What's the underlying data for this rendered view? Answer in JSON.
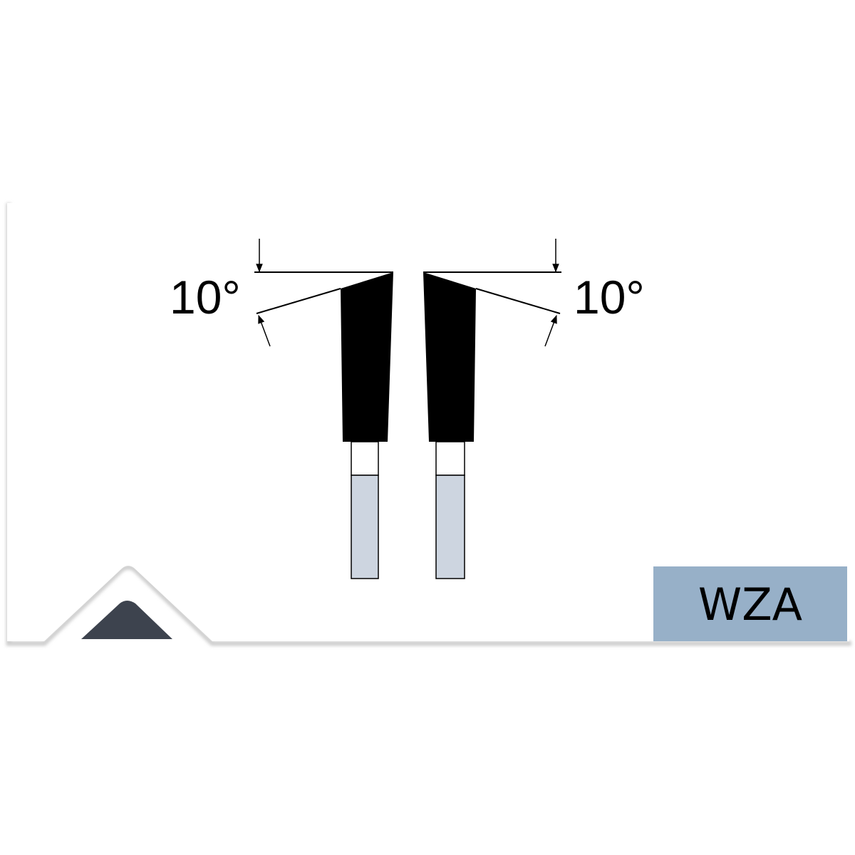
{
  "diagram": {
    "left_angle_label": "10°",
    "right_angle_label": "10°",
    "badge_label": "WZA",
    "colors": {
      "tooth": "#000000",
      "shank": "#cdd5e0",
      "badge": "#97b0c8",
      "corner_triangle": "#3d434e"
    }
  }
}
